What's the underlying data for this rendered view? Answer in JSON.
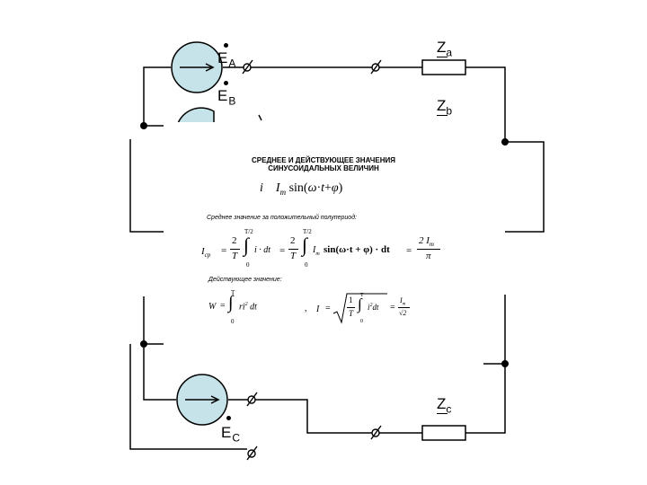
{
  "labels": {
    "emf_a": {
      "letter": "E",
      "sub": "A"
    },
    "emf_b": {
      "letter": "E",
      "sub": "B"
    },
    "emf_c": {
      "letter": "E",
      "sub": "C"
    },
    "z_a": {
      "letter": "Z",
      "sub": "a"
    },
    "z_b": {
      "letter": "Z",
      "sub": "b"
    },
    "z_c": {
      "letter": "Z",
      "sub": "c"
    }
  },
  "overlay": {
    "title_line1": "СРЕДНЕЕ И ДЕЙСТВУЮЩЕЕ ЗНАЧЕНИЯ",
    "title_line2": "СИНУСОИДАЛЬНЫХ ВЕЛИЧИН",
    "avg_caption": "Среднее значение за положительный полупериод:",
    "rms_caption": "Действующее значение:",
    "formulas": {
      "i_def": {
        "lhs": "i",
        "amp": "I",
        "amp_sub": "m",
        "fn": "sin(",
        "omega": "ω",
        "dot": "·",
        "t": "t",
        "plus": "+",
        "phi": "φ",
        "close": ")"
      },
      "avg": {
        "lhs": "I",
        "lhs_sub": "ср",
        "eq": "=",
        "two": "2",
        "T": "T",
        "int_upper": "T/2",
        "int_lower": "0",
        "integrand1": "i · dt",
        "integrand2_amp": "I",
        "integrand2_sub": "m",
        "integrand2": "sin(ω·t + φ) · dt",
        "result_num": "2 I",
        "result_sub": "m",
        "result_den": "π",
        "half": "2",
        "upper_T": "T"
      },
      "W": {
        "lhs": "W",
        "eq": "=",
        "upper": "T",
        "lower": "0",
        "integrand": "ri",
        "sq": "2",
        "dt": "dt"
      },
      "rms": {
        "lhs": "I",
        "eq": "=",
        "one": "1",
        "T": "T",
        "upper": "T",
        "lower": "0",
        "integrand": "i",
        "sq": "2",
        "dt": "dt",
        "res_num": "I",
        "res_sub": "m",
        "res_den": "√2",
        "eq2": "="
      },
      "comma": ","
    }
  },
  "colors": {
    "wire": "#000000",
    "source_fill": "#c5e3e8",
    "resistor_fill": "#ffffff"
  }
}
